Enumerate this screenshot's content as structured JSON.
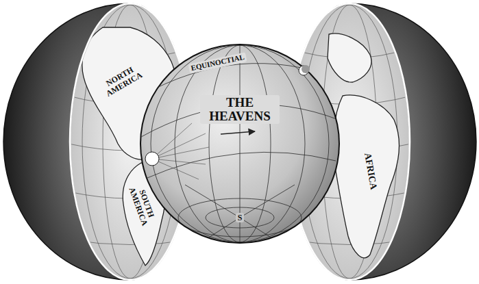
{
  "diagram": {
    "labels": [
      "EQUINOCTIAL",
      "THE HEAVENS",
      "S",
      "NORTH AMERICA",
      "SOUTH AMERICA",
      "AFRICA"
    ]
  }
}
